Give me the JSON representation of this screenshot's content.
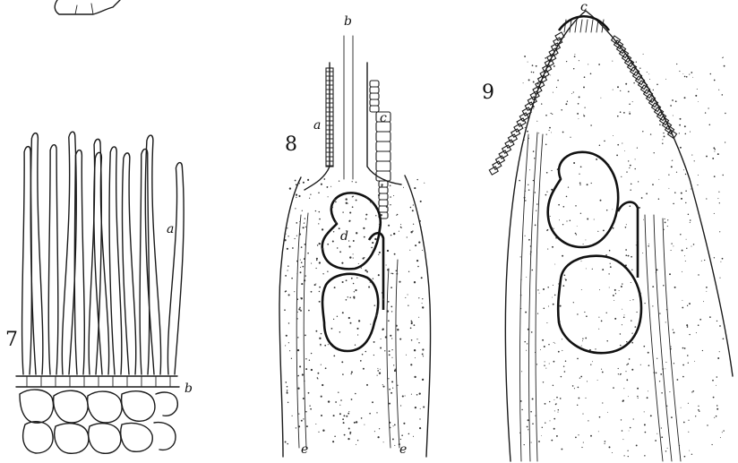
{
  "figures": [
    {
      "number": "7",
      "labels": [
        "a",
        "b"
      ]
    },
    {
      "number": "8",
      "labels": [
        "a",
        "b",
        "c",
        "d",
        "e",
        "e"
      ]
    },
    {
      "number": "9",
      "labels": [
        "c"
      ]
    }
  ],
  "colors": {
    "ink": "#1a1a1a",
    "paper": "#ffffff"
  }
}
